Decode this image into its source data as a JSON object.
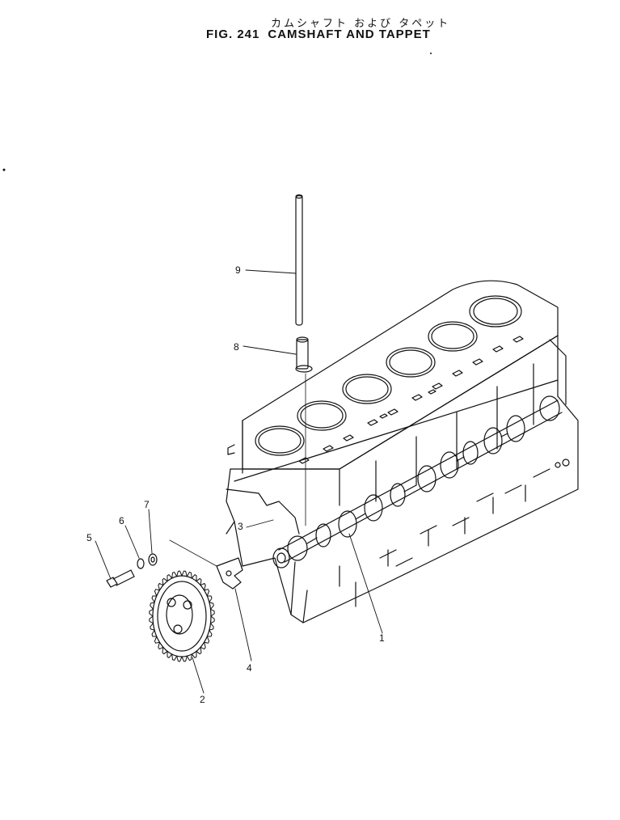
{
  "header": {
    "title_jp": "カムシャフト および タペット",
    "fig_number": "FIG. 241",
    "title_en": "CAMSHAFT AND TAPPET"
  },
  "callouts": [
    "1",
    "2",
    "3",
    "4",
    "5",
    "6",
    "7",
    "8",
    "9"
  ]
}
